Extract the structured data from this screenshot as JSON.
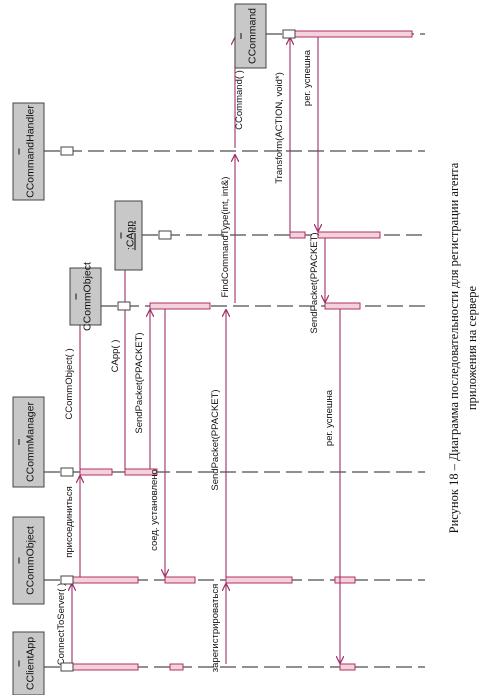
{
  "lifelines": [
    {
      "id": "client-app",
      "label": "CClientApp",
      "underline": false
    },
    {
      "id": "comm-object",
      "label": "CCommObject",
      "underline": false
    },
    {
      "id": "comm-manager",
      "label": "CCommManager",
      "underline": false
    },
    {
      "id": "comm-object-2",
      "label": "CCommObject",
      "underline": false
    },
    {
      "id": "capp",
      "label": ":CApp",
      "underline": true
    },
    {
      "id": "command-handler",
      "label": "CCommandHandler",
      "underline": false
    },
    {
      "id": "ccommand",
      "label": "CCommand",
      "underline": false
    }
  ],
  "messages": [
    {
      "id": "connect-to-server",
      "label": "ConnectToServer( )"
    },
    {
      "id": "prisoedinitsya",
      "label": "присоединиться"
    },
    {
      "id": "ccommobject-ctor",
      "label": "CCommObject( )"
    },
    {
      "id": "capp-ctor",
      "label": "CApp( )"
    },
    {
      "id": "sendpacket-1",
      "label": "SendPacket(PPACKET)"
    },
    {
      "id": "soed-ustanovleno",
      "label": "соед. установлено"
    },
    {
      "id": "zaregistrirovatsya",
      "label": "зарегистрироваться"
    },
    {
      "id": "sendpacket-2",
      "label": "SendPacket(PPACKET)"
    },
    {
      "id": "find-command-type",
      "label": "FindCommandType(int, int&)"
    },
    {
      "id": "ccommand-ctor",
      "label": "CCommand( )"
    },
    {
      "id": "transform",
      "label": "Transform(ACTION, void*)"
    },
    {
      "id": "reg-uspeshna-1",
      "label": "рег. успешна"
    },
    {
      "id": "sendpacket-3",
      "label": "SendPacket(PPACKET)"
    },
    {
      "id": "reg-uspeshna-2",
      "label": "рег. успешна"
    }
  ],
  "caption": {
    "line1": "Рисунок 18 – Диаграмма последовательности для регистрации агента",
    "line2": "приложения на сервере"
  },
  "colors": {
    "arrow": "#a0306a",
    "activation_fill": "#f3d2dd",
    "activation_stroke": "#b03060",
    "box_fill": "#c8c8c8",
    "box_stroke": "#444444",
    "lifeline": "#222222",
    "text": "#111111"
  }
}
